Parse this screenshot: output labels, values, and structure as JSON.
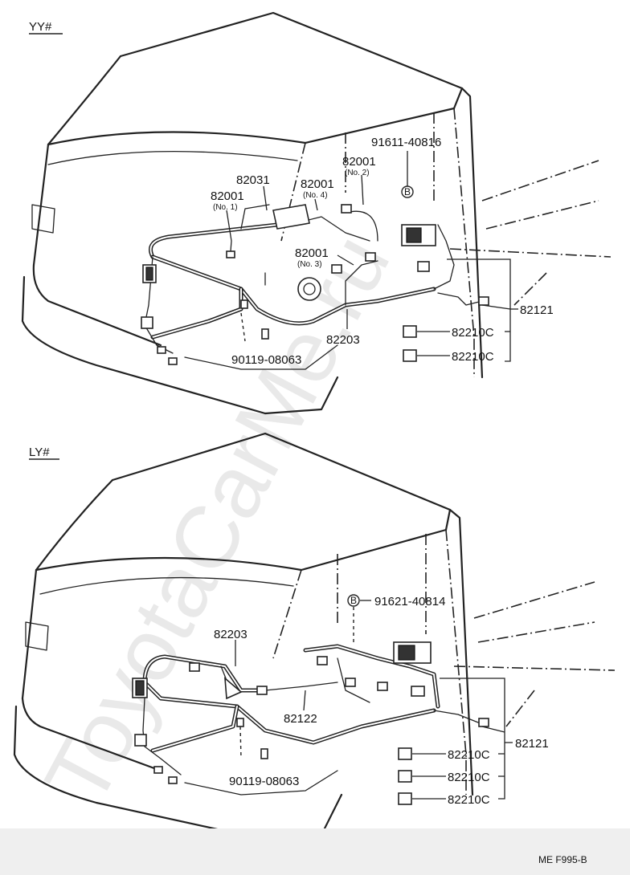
{
  "watermark": "ToyotaCarMe.ru",
  "footer_ref": "ME  F995-B",
  "sections": [
    {
      "title": "YY#",
      "labels": {
        "p82031": "82031",
        "p82001_no1": "82001",
        "p82001_no1_sub": "(No. 1)",
        "p82001_no4": "82001",
        "p82001_no4_sub": "(No. 4)",
        "p82001_no2": "82001",
        "p82001_no2_sub": "(No. 2)",
        "p82001_no3": "82001",
        "p82001_no3_sub": "(No. 3)",
        "p91611": "91611-40816",
        "p82121": "82121",
        "p82203": "82203",
        "p90119": "90119-08063",
        "p82210c_a": "82210C",
        "p82210c_b": "82210C"
      },
      "callout_mark": "B"
    },
    {
      "title": "LY#",
      "labels": {
        "p91621": "91621-40814",
        "p82203": "82203",
        "p82122": "82122",
        "p82121": "82121",
        "p90119": "90119-08063",
        "p82210c_a": "82210C",
        "p82210c_b": "82210C",
        "p82210c_c": "82210C"
      },
      "callout_mark": "B"
    }
  ]
}
